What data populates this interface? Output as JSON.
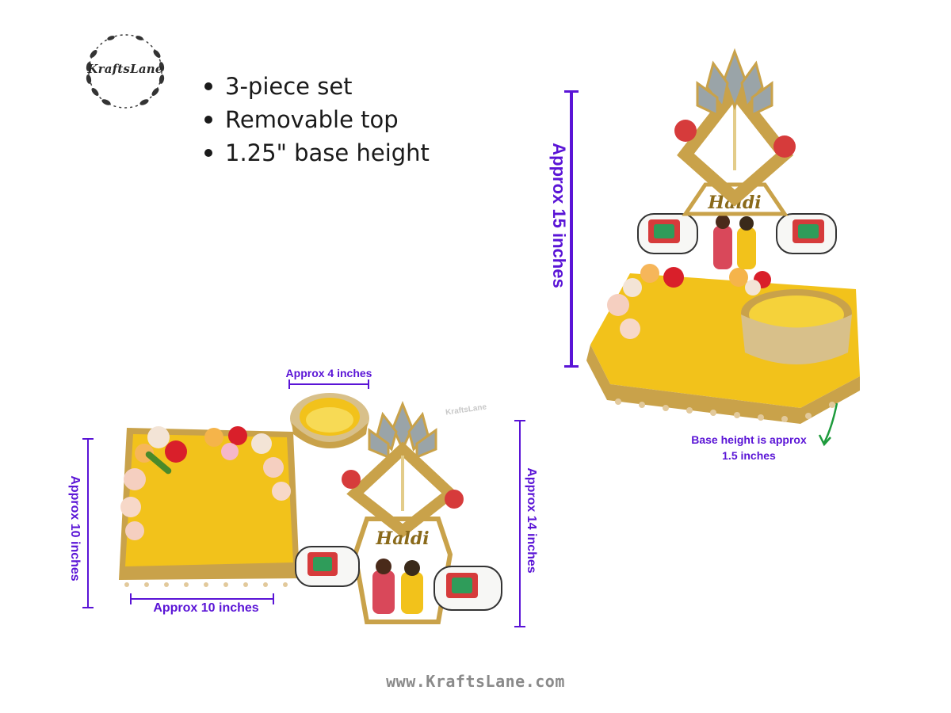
{
  "brand": {
    "name": "KraftsLane",
    "watermark": "KraftsLane"
  },
  "features": [
    "3-piece set",
    "Removable top",
    "1.25\" base height"
  ],
  "dimensions": {
    "top_height": "Approx 15 inches",
    "bowl_width": "Approx 4 inches",
    "base_length": "Approx 10 inches",
    "base_width": "Approx 10 inches",
    "frame_height": "Approx 14 inches",
    "base_height_line1": "Base height is approx",
    "base_height_line2": "1.5 inches"
  },
  "decoration": {
    "text": "Haldi"
  },
  "footer": {
    "url": "www.KraftsLane.com"
  },
  "colors": {
    "accent": "#5a14d6",
    "arrow": "#1e9b3c",
    "tray_yellow": "#f2c21b",
    "gold": "#c9a24a",
    "text": "#1a1a1a"
  }
}
